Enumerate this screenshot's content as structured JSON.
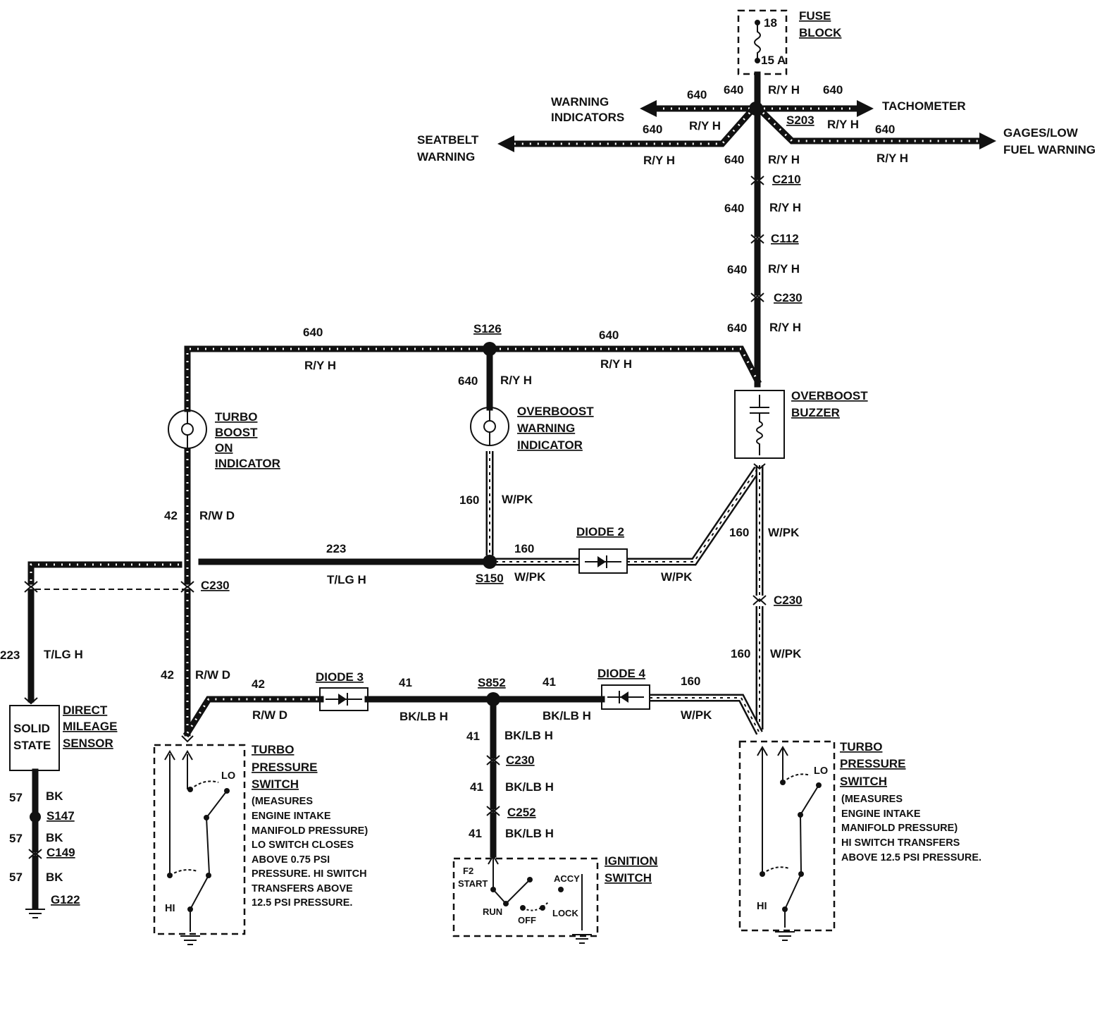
{
  "fuse_block": {
    "title_line1": "FUSE",
    "title_line2": "BLOCK",
    "fuse_number": "18",
    "rating": "15 A"
  },
  "branches": {
    "warning_indicators_line1": "WARNING",
    "warning_indicators_line2": "INDICATORS",
    "seatbelt_line1": "SEATBELT",
    "seatbelt_line2": "WARNING",
    "tachometer": "TACHOMETER",
    "gages_line1": "GAGES/LOW",
    "gages_line2": "FUEL WARNING"
  },
  "circuits": {
    "c640": "640",
    "ry": "R/Y H",
    "c42": "42",
    "rwd": "R/W D",
    "c160": "160",
    "wpk": "W/PK",
    "c223": "223",
    "tlg": "T/LG H",
    "c41": "41",
    "bklb": "BK/LB H",
    "c57": "57",
    "bk": "BK"
  },
  "connectors": {
    "s203": "S203",
    "c210": "C210",
    "c112": "C112",
    "c230": "C230",
    "s126": "S126",
    "s150": "S150",
    "s852": "S852",
    "c252": "C252",
    "s147": "S147",
    "c149": "C149",
    "g122": "G122"
  },
  "components": {
    "turbo_boost": [
      "TURBO",
      "BOOST",
      "ON",
      "INDICATOR"
    ],
    "overboost_indicator": [
      "OVERBOOST",
      "WARNING",
      "INDICATOR"
    ],
    "overboost_buzzer": [
      "OVERBOOST",
      "BUZZER"
    ],
    "diode2": "DIODE 2",
    "diode3": "DIODE 3",
    "diode4": "DIODE 4",
    "dms_box": [
      "SOLID",
      "STATE"
    ],
    "dms_label": [
      "DIRECT",
      "MILEAGE",
      "SENSOR"
    ],
    "tps_title": [
      "TURBO",
      "PRESSURE",
      "SWITCH"
    ],
    "tps_left_note": [
      "(MEASURES",
      "ENGINE INTAKE",
      "MANIFOLD PRESSURE)",
      "LO SWITCH CLOSES",
      "ABOVE 0.75 PSI",
      "PRESSURE.  HI SWITCH",
      "TRANSFERS ABOVE",
      "12.5 PSI PRESSURE."
    ],
    "tps_right_note": [
      "(MEASURES",
      "ENGINE INTAKE",
      "MANIFOLD PRESSURE)",
      "HI SWITCH TRANSFERS",
      "ABOVE 12.5 PSI PRESSURE."
    ],
    "lo": "LO",
    "hi": "HI",
    "ignition_title": [
      "IGNITION",
      "SWITCH"
    ],
    "ign_f2": "F2",
    "ign_start": "START",
    "ign_accy": "ACCY",
    "ign_run": "RUN",
    "ign_off": "OFF",
    "ign_lock": "LOCK"
  }
}
